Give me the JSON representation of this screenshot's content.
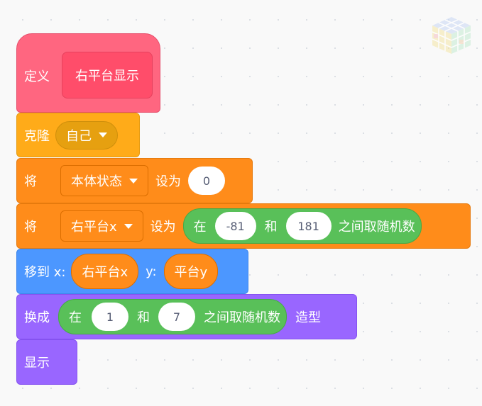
{
  "colors": {
    "define": "#ff6680",
    "define_inner": "#ff4d6a",
    "control": "#ffab19",
    "control_dark": "#e6a010",
    "variables": "#ff8c1a",
    "variables_dark": "#db6e00",
    "motion": "#4c97ff",
    "looks": "#9966ff",
    "operators": "#59c059"
  },
  "define_block": {
    "keyword": "定义",
    "name": "右平台显示"
  },
  "clone_block": {
    "keyword": "克隆",
    "target": "自己"
  },
  "set_var_1": {
    "keyword": "将",
    "variable": "本体状态",
    "set_to": "设为",
    "value": "0"
  },
  "set_var_2": {
    "keyword": "将",
    "variable": "右平台x",
    "set_to": "设为",
    "random": {
      "in": "在",
      "from": "-81",
      "and": "和",
      "to": "181",
      "suffix": "之间取随机数"
    }
  },
  "goto_block": {
    "keyword": "移到 x:",
    "x_value": "右平台x",
    "y_label": "y:",
    "y_value": "平台y"
  },
  "switch_costume": {
    "keyword": "换成",
    "suffix": "造型",
    "random": {
      "in": "在",
      "from": "1",
      "and": "和",
      "to": "7",
      "suffix": "之间取随机数"
    }
  },
  "show_block": {
    "keyword": "显示"
  },
  "icons": {
    "corner": "rubik-cube-icon",
    "dropdown": "dropdown-caret-icon"
  }
}
